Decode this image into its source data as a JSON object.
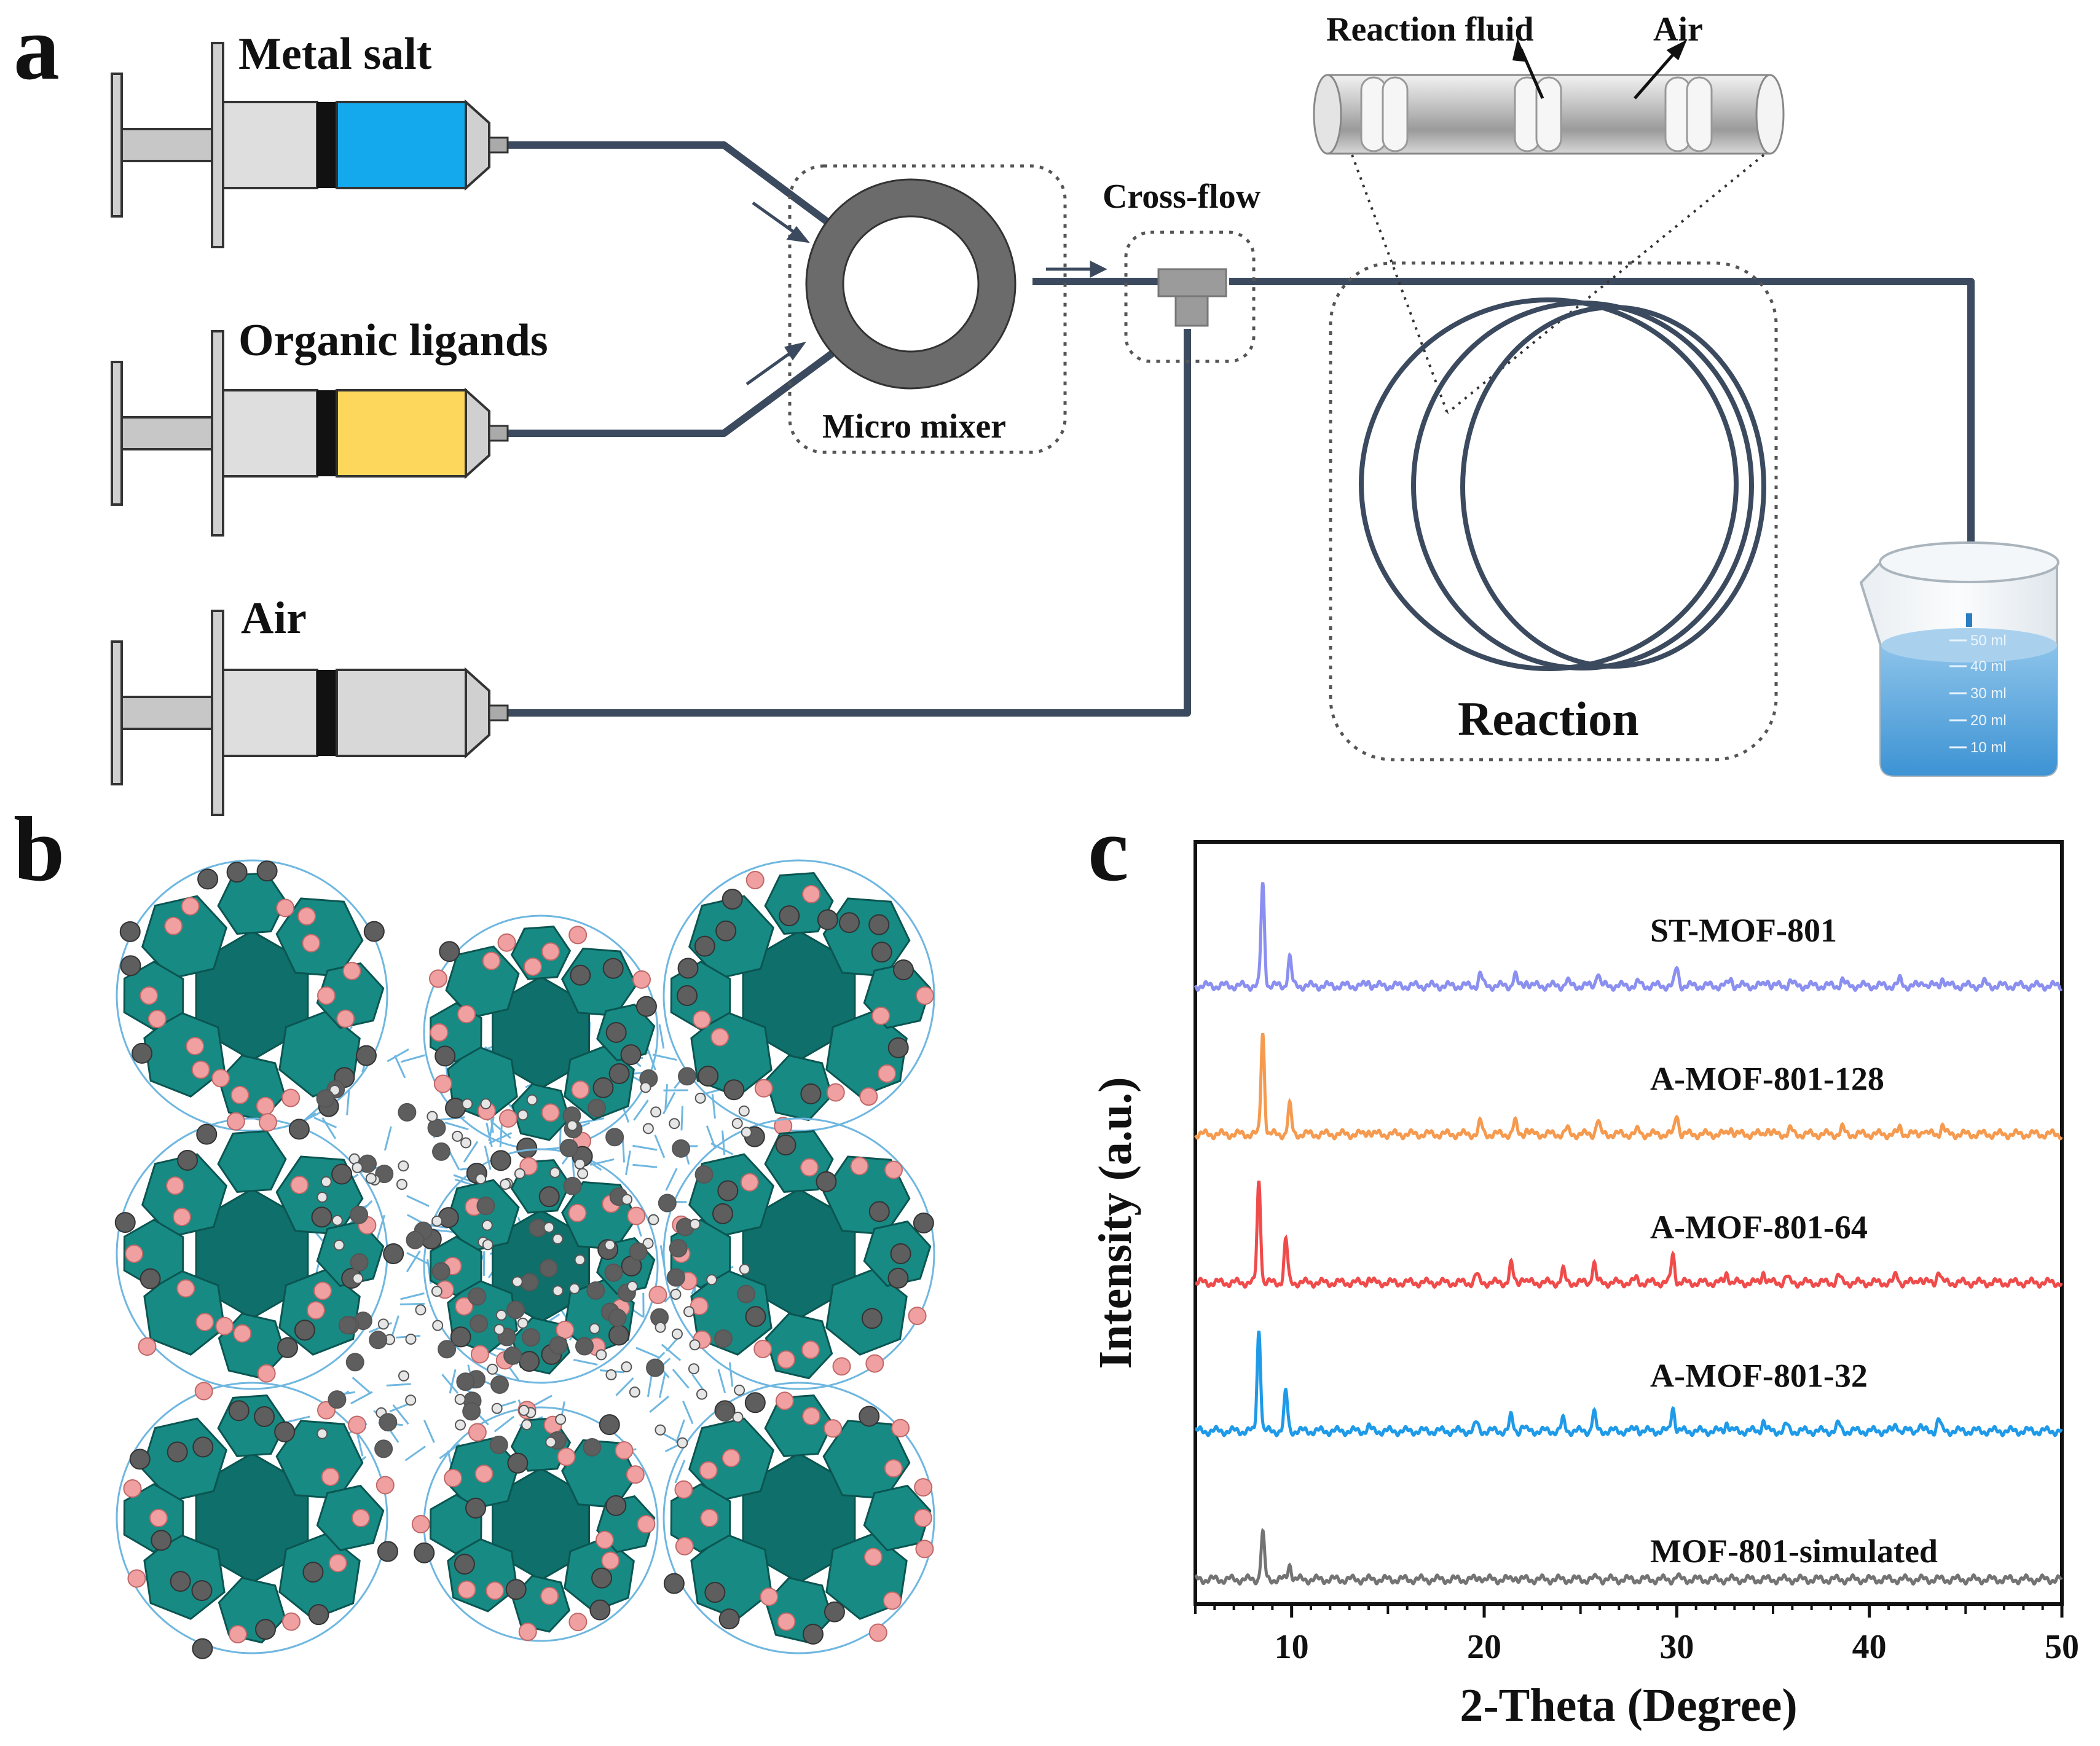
{
  "figure": {
    "panel_a": {
      "label": "a",
      "syringes": [
        "Metal salt",
        "Organic ligands",
        "Air"
      ],
      "micro_mixer": "Micro mixer",
      "cross_flow": "Cross-flow",
      "reaction": "Reaction",
      "tube_labels": [
        "Reaction fluid",
        "Air"
      ],
      "beaker_marks": [
        "50 ml",
        "40 ml",
        "30 ml",
        "20 ml",
        "10 ml"
      ],
      "colors": {
        "metal_salt": "#14a9ec",
        "organic_ligands": "#fcd75c",
        "tubing": "#3b4a5e",
        "pink_label": "#e8389a"
      }
    },
    "panel_b": {
      "label": "b"
    },
    "panel_c": {
      "label": "c"
    }
  },
  "chart_data": {
    "type": "line",
    "xlabel": "2-Theta (Degree)",
    "ylabel": "Intensity (a.u.)",
    "xlim": [
      5,
      50
    ],
    "xticks": [
      10,
      20,
      30,
      40,
      50
    ],
    "grid": false,
    "series": [
      {
        "name": "ST-MOF-801",
        "color": "#8a8ff0",
        "offset": 4.2,
        "peaks": [
          [
            8.5,
            100
          ],
          [
            9.9,
            28
          ],
          [
            14.0,
            4
          ],
          [
            19.8,
            12
          ],
          [
            21.6,
            11
          ],
          [
            22.2,
            5
          ],
          [
            24.3,
            5
          ],
          [
            25.9,
            14
          ],
          [
            28.0,
            3
          ],
          [
            30.0,
            18
          ],
          [
            32.8,
            7
          ],
          [
            34.7,
            6
          ],
          [
            35.9,
            5
          ],
          [
            38.6,
            6
          ],
          [
            41.6,
            6
          ],
          [
            42.8,
            5
          ],
          [
            43.8,
            8
          ],
          [
            46.0,
            3
          ]
        ]
      },
      {
        "name": "A-MOF-801-128",
        "color": "#f59a4f",
        "offset": 3.15,
        "peaks": [
          [
            8.5,
            100
          ],
          [
            9.9,
            28
          ],
          [
            14.0,
            4
          ],
          [
            19.8,
            12
          ],
          [
            21.6,
            12
          ],
          [
            22.2,
            5
          ],
          [
            24.3,
            5
          ],
          [
            25.9,
            14
          ],
          [
            28.0,
            4
          ],
          [
            30.0,
            20
          ],
          [
            32.8,
            7
          ],
          [
            34.7,
            6
          ],
          [
            35.9,
            5
          ],
          [
            38.6,
            6
          ],
          [
            41.6,
            7
          ],
          [
            42.8,
            5
          ],
          [
            43.8,
            9
          ]
        ]
      },
      {
        "name": "A-MOF-801-64",
        "color": "#f04b4b",
        "offset": 2.1,
        "peaks": [
          [
            8.3,
            100
          ],
          [
            9.7,
            42
          ],
          [
            14.0,
            4
          ],
          [
            19.6,
            8
          ],
          [
            21.4,
            18
          ],
          [
            22.0,
            6
          ],
          [
            24.1,
            12
          ],
          [
            25.7,
            20
          ],
          [
            27.9,
            4
          ],
          [
            29.8,
            28
          ],
          [
            32.6,
            10
          ],
          [
            34.5,
            11
          ],
          [
            35.7,
            6
          ],
          [
            38.4,
            7
          ],
          [
            41.4,
            8
          ],
          [
            42.6,
            6
          ],
          [
            43.6,
            12
          ]
        ]
      },
      {
        "name": "A-MOF-801-32",
        "color": "#1e9ae8",
        "offset": 1.05,
        "peaks": [
          [
            8.3,
            100
          ],
          [
            9.7,
            38
          ],
          [
            14.0,
            4
          ],
          [
            19.6,
            8
          ],
          [
            21.4,
            14
          ],
          [
            22.0,
            5
          ],
          [
            24.1,
            11
          ],
          [
            25.7,
            18
          ],
          [
            27.9,
            4
          ],
          [
            29.8,
            24
          ],
          [
            32.6,
            9
          ],
          [
            34.5,
            10
          ],
          [
            35.7,
            6
          ],
          [
            38.4,
            7
          ],
          [
            41.4,
            7
          ],
          [
            42.6,
            6
          ],
          [
            43.6,
            12
          ]
        ]
      },
      {
        "name": "MOF-801-simulated",
        "color": "#737373",
        "offset": 0.0,
        "peaks": [
          [
            8.5,
            45
          ],
          [
            9.9,
            15
          ],
          [
            19.8,
            3
          ],
          [
            21.6,
            3
          ],
          [
            25.9,
            3
          ],
          [
            30.0,
            3
          ]
        ]
      }
    ]
  }
}
